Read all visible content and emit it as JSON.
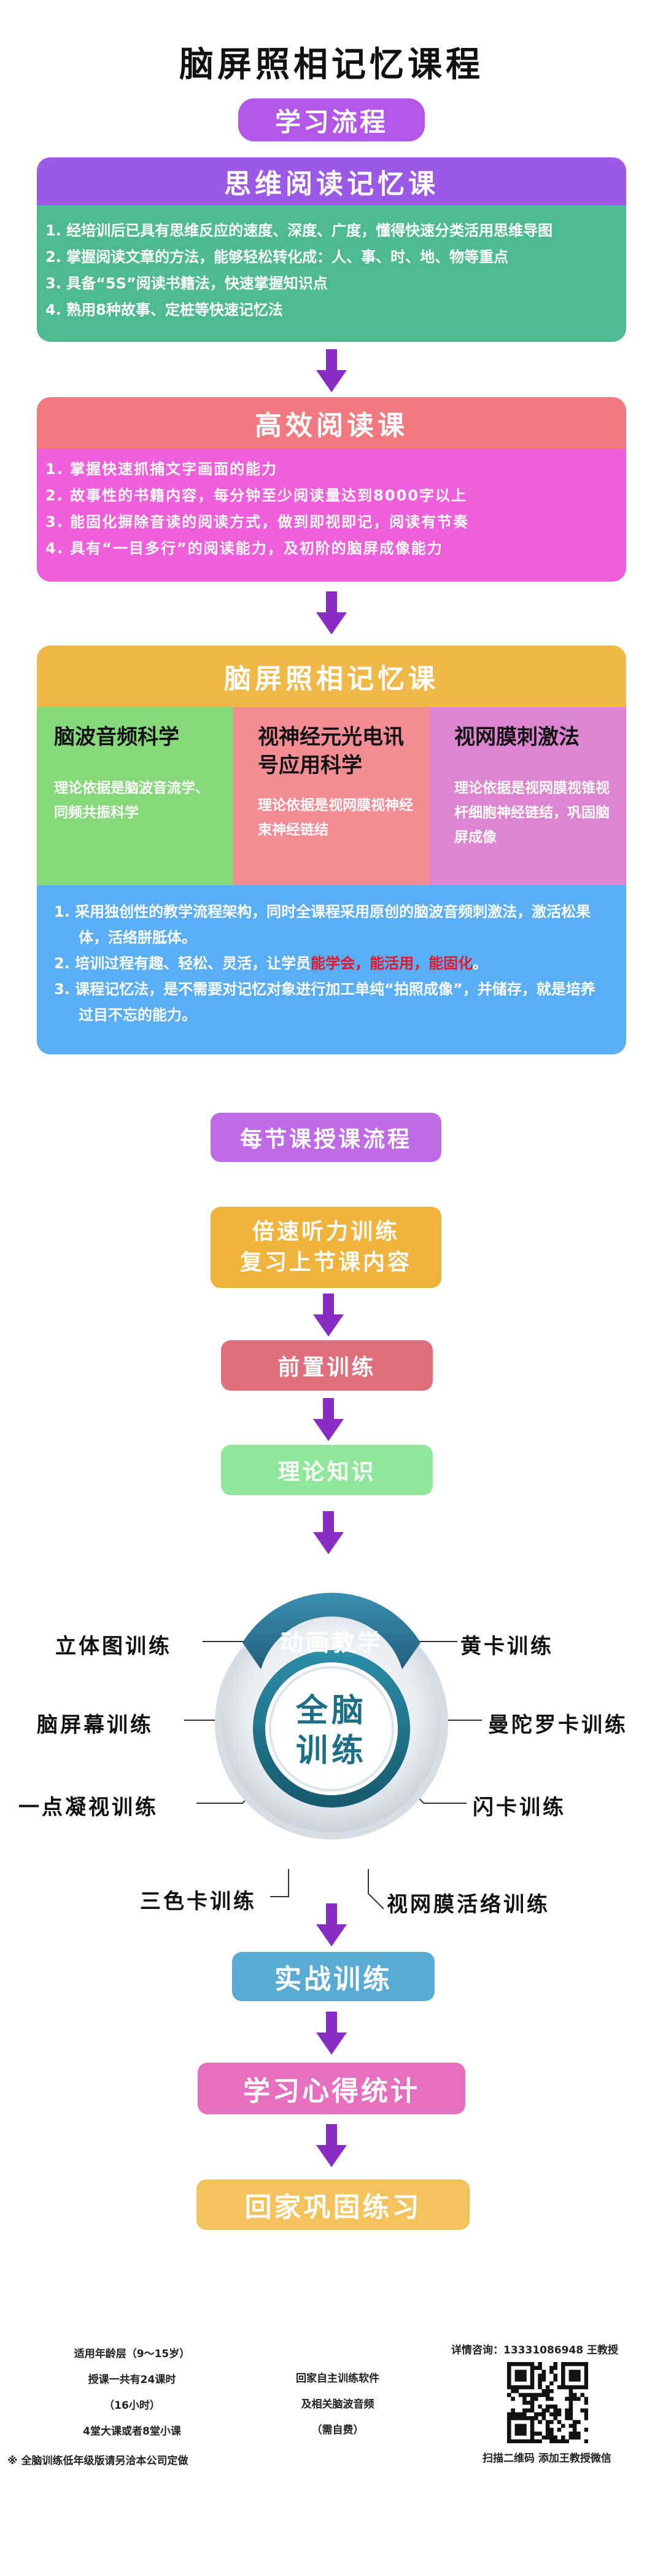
{
  "title": "脑屏照相记忆课程",
  "flow_badge": "学习流程",
  "section1": {
    "title": "思维阅读记忆课",
    "head_color": "#9b59e6",
    "body_color": "#4dba8f",
    "items": [
      "1. 经培训后已具有思维反应的速度、深度、广度，懂得快速分类活用思维导图",
      "2. 掌握阅读文章的方法，能够轻松转化成：人、事、时、地、物等重点",
      "3. 具备“5S”阅读书籍法，快速掌握知识点",
      "4. 熟用8种故事、定桩等快速记忆法"
    ]
  },
  "section2": {
    "title": "高效阅读课",
    "head_color": "#f07a80",
    "body_color": "#ef5fdb",
    "items": [
      "1. 掌握快速抓捕文字画面的能力",
      "2. 故事性的书籍内容，每分钟至少阅读量达到8000字以上",
      "3. 能固化摒除音读的阅读方式，做到即视即记，阅读有节奏",
      "4. 具有“一目多行”的阅读能力，及初阶的脑屏成像能力"
    ]
  },
  "section3": {
    "title": "脑屏照相记忆课",
    "head_color": "#f0b848",
    "columns": [
      {
        "title": "脑波音频科学",
        "desc": "理论依据是脑波音流学、同频共振科学",
        "color": "#86d97a"
      },
      {
        "title": "视神经元光电讯号应用科学",
        "desc": "理论依据是视网膜视神经束神经链结",
        "color": "#f48d93"
      },
      {
        "title": "视网膜刺激法",
        "desc": "理论依据是视网膜视锥视杆细胞神经链结，巩固脑屏成像",
        "color": "#dd85d0"
      }
    ],
    "body_color": "#5aaef5",
    "point1": "1. 采用独创性的教学流程架构，同时全课程采用原创的脑波音频刺激法，激活松果体，活络胼胝体。",
    "point2_prefix": "2. 培训过程有趣、轻松、灵活，让学员",
    "point2_hl": "能学会，能活用，能固化",
    "point2_suffix": "。",
    "point3": "3. 课程记忆法，是不需要对记忆对象进行加工单纯“拍照成像”，并储存，就是培养过目不忘的能力。",
    "highlight_color": "#e8142a"
  },
  "lesson_flow": {
    "title": "每节课授课流程",
    "title_color": "#c06be6",
    "steps": [
      {
        "line1": "倍速听力训练",
        "line2": "复习上节课内容",
        "color": "#f0b43c"
      },
      {
        "line1": "前置训练",
        "color": "#e06f7d"
      },
      {
        "line1": "理论知识",
        "color": "#8fe89a"
      }
    ]
  },
  "wheel": {
    "top": "动画教学",
    "center_line1": "全脑",
    "center_line2": "训练",
    "labels": {
      "left1": "立体图训练",
      "left2": "脑屏幕训练",
      "left3": "一点凝视训练",
      "bottom_left": "三色卡训练",
      "right1": "黄卡训练",
      "right2": "曼陀罗卡训练",
      "right3": "闪卡训练",
      "bottom_right": "视网膜活络训练"
    }
  },
  "final_steps": [
    {
      "label": "实战训练",
      "color": "#5aaad6"
    },
    {
      "label": "学习心得统计",
      "color": "#e66fc0"
    },
    {
      "label": "回家巩固练习",
      "color": "#f3c25a"
    }
  ],
  "footer": {
    "col1": [
      "适用年龄层（9～15岁）",
      "授课一共有24课时",
      "（16小时）",
      "4堂大课或者8堂小课"
    ],
    "col2": [
      "回家自主训练软件",
      "及相关脑波音频",
      "（需自费）"
    ],
    "contact": "详情咨询：13331086948 王教授",
    "qr_caption": "扫描二维码 添加王教授微信",
    "note": "※ 全脑训练低年级版请另洽本公司定做"
  }
}
